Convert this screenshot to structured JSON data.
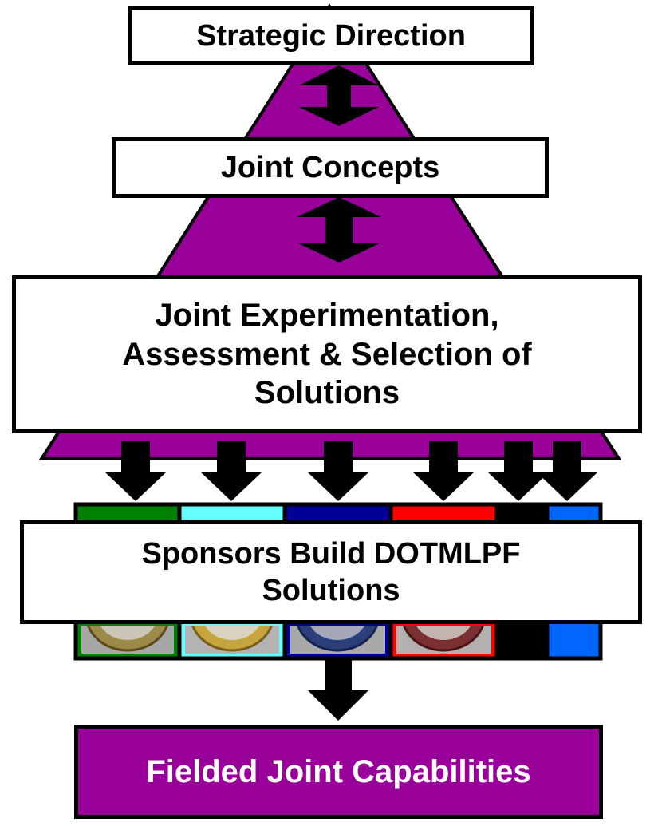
{
  "colors": {
    "pyramid": "#990099",
    "fielded_box": "#990099",
    "arrow": "#000000",
    "box_border": "#000000",
    "sponsor_green": "#008000",
    "sponsor_cyan": "#66FFFF",
    "sponsor_navy": "#000099",
    "sponsor_red": "#FF0000",
    "sponsor_black": "#000000",
    "sponsor_blue": "#0066FF"
  },
  "boxes": {
    "strategic_direction": "Strategic Direction",
    "joint_concepts": "Joint Concepts",
    "joint_experimentation": "Joint Experimentation,\nAssessment & Selection of\nSolutions",
    "sponsors_build": "Sponsors Build DOTMLPF\nSolutions",
    "fielded_capabilities": "Fielded Joint Capabilities"
  },
  "sponsor_columns": [
    {
      "name": "sponsor-column-green",
      "color": "#008000",
      "seal": true
    },
    {
      "name": "sponsor-column-cyan",
      "color": "#66FFFF",
      "seal": true
    },
    {
      "name": "sponsor-column-navy",
      "color": "#000099",
      "seal": true
    },
    {
      "name": "sponsor-column-red",
      "color": "#FF0000",
      "seal": true
    },
    {
      "name": "sponsor-column-black",
      "color": "#000000",
      "seal": false
    },
    {
      "name": "sponsor-column-blue",
      "color": "#0066FF",
      "seal": false
    }
  ],
  "icons": {
    "double_arrow": "double-headed-vertical-arrow",
    "down_arrow": "down-arrow",
    "seal": "department-seal-icon"
  }
}
